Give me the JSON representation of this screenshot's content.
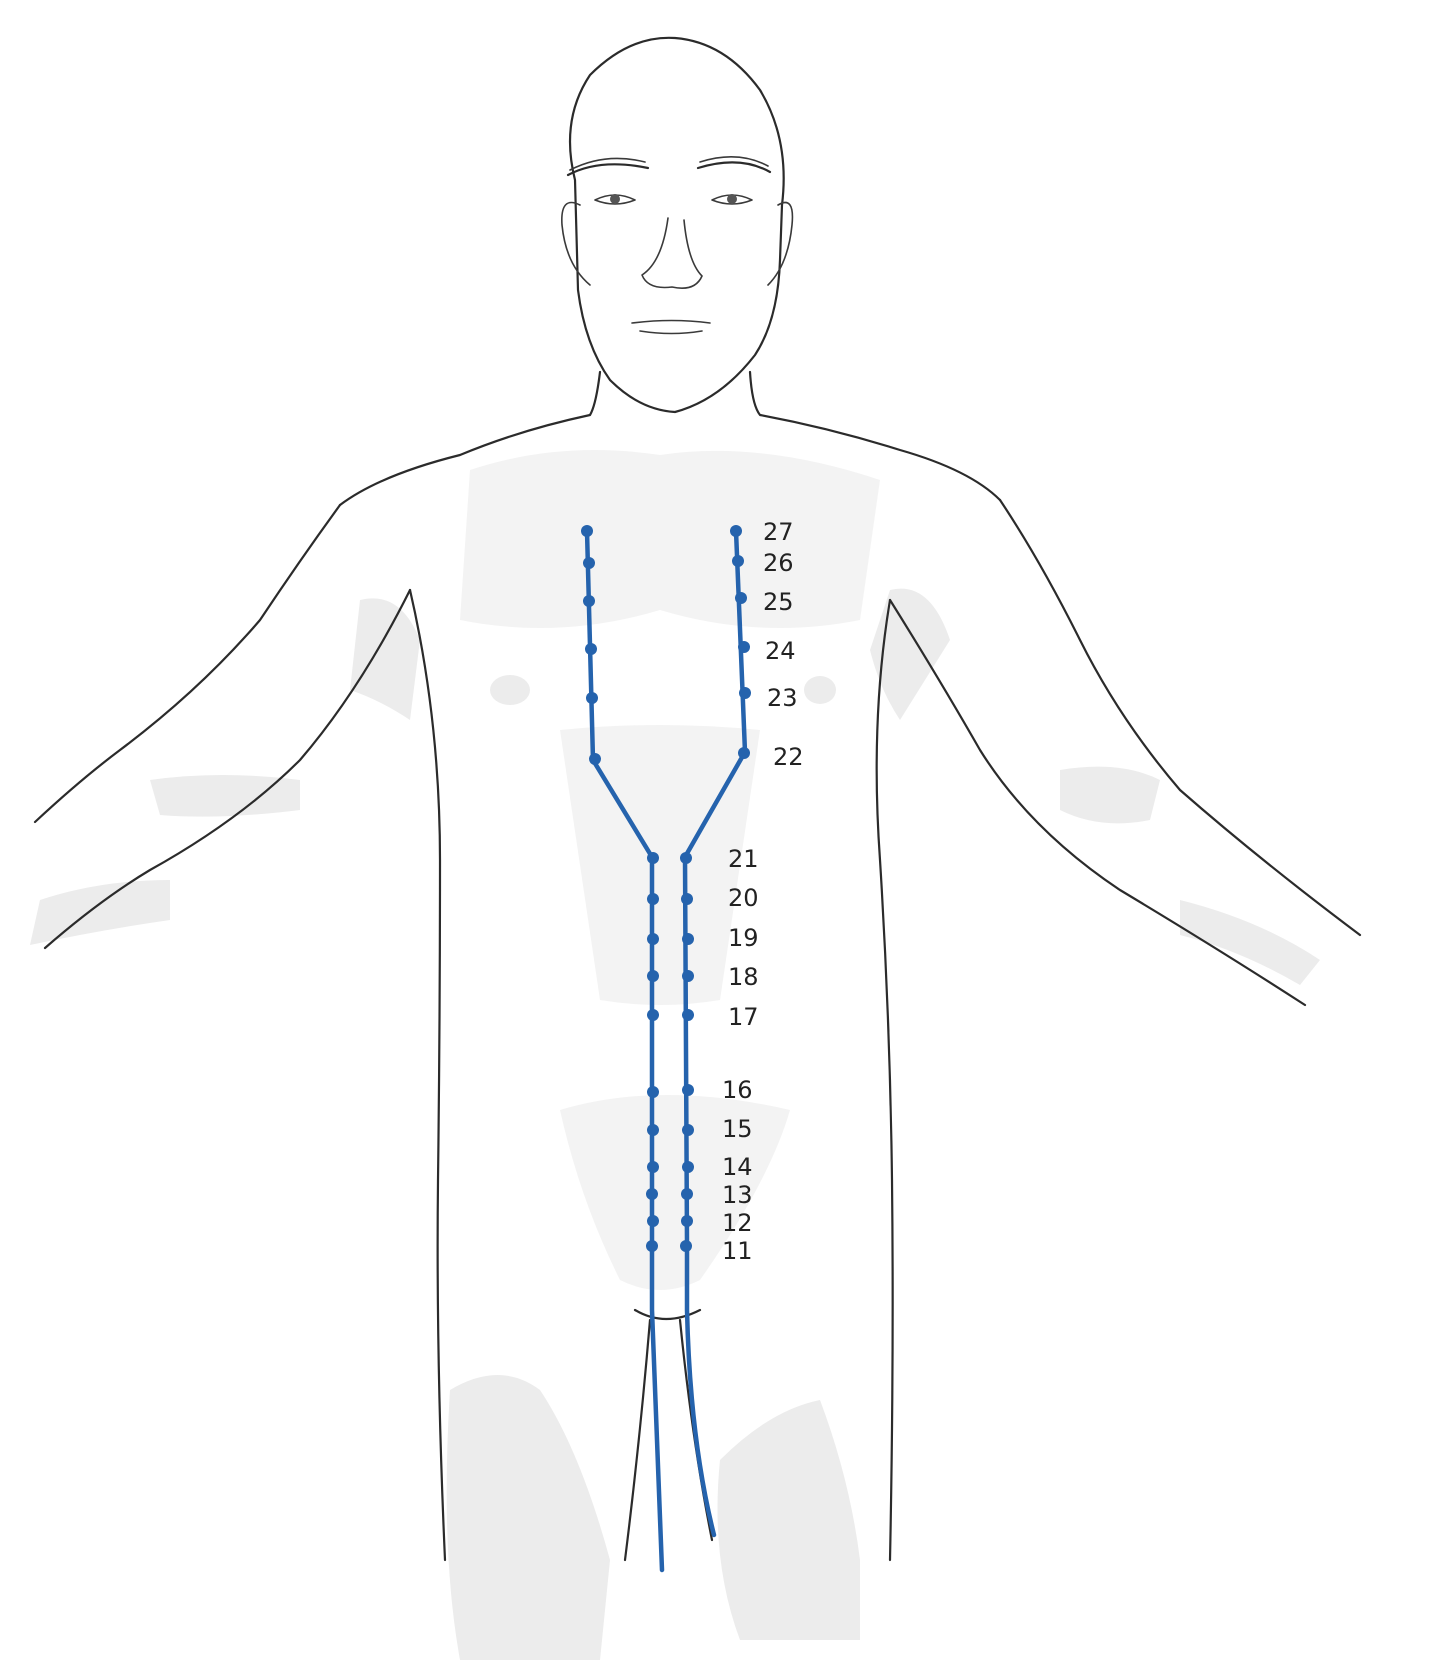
{
  "figure": {
    "channel_color": "#2563ad",
    "points": [
      {
        "label": "27"
      },
      {
        "label": "26"
      },
      {
        "label": "25"
      },
      {
        "label": "24"
      },
      {
        "label": "23"
      },
      {
        "label": "22"
      },
      {
        "label": "21"
      },
      {
        "label": "20"
      },
      {
        "label": "19"
      },
      {
        "label": "18"
      },
      {
        "label": "17"
      },
      {
        "label": "16"
      },
      {
        "label": "15"
      },
      {
        "label": "14"
      },
      {
        "label": "13"
      },
      {
        "label": "12"
      },
      {
        "label": "11"
      }
    ]
  }
}
